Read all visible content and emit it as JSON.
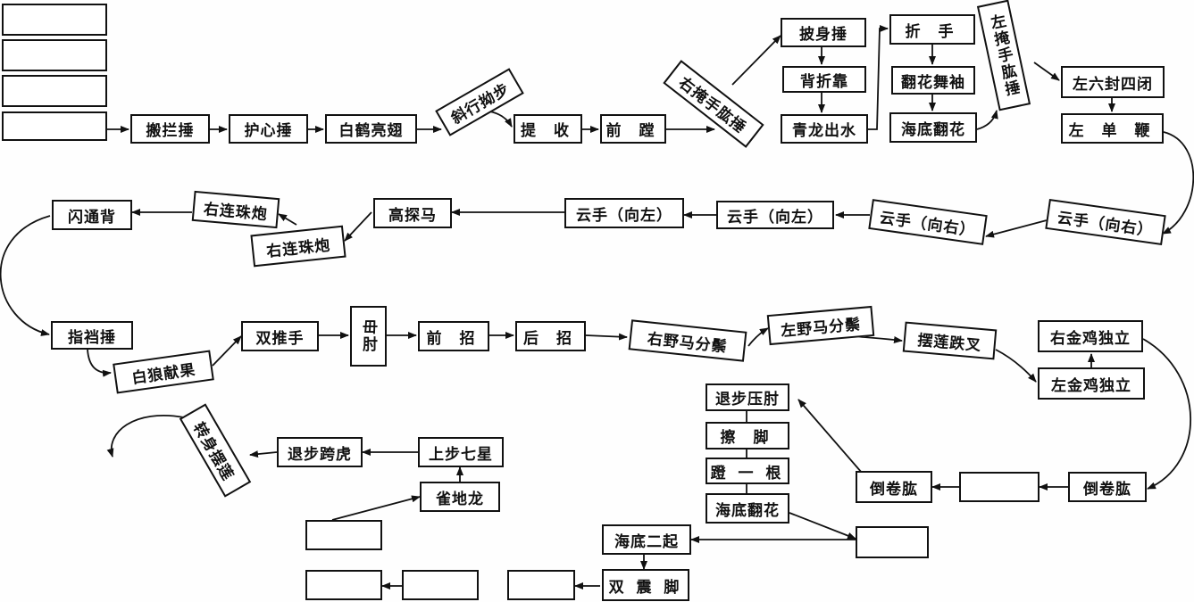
{
  "nodes": {
    "n_banlan": "搬拦捶",
    "n_huxin": "护心捶",
    "n_baihe": "白鹤亮翅",
    "n_xiexing": "斜行拗步",
    "n_tishou": "提 收",
    "n_qiandeng": "前 蹚",
    "n_youyan": "右掩手肱捶",
    "n_pishen": "披身捶",
    "n_beizhe": "背折靠",
    "n_qinglong": "青龙出水",
    "n_zheshou": "折 手",
    "n_fanhua1": "翻花舞袖",
    "n_haidi1": "海底翻花",
    "n_zuoyan": "左掩手肱捶",
    "n_zuoliu": "左六封四闭",
    "n_zuodan": "左 单 鞭",
    "n_yun1": "云手（向右）",
    "n_yun2": "云手（向右）",
    "n_yun3": "云手（向左）",
    "n_yun4": "云手（向左）",
    "n_gaotan": "高探马",
    "n_lianzhu1": "右连珠炮",
    "n_lianzhu2": "右连珠炮",
    "n_shantong": "闪通背",
    "n_zhidang": "指裆捶",
    "n_bailang": "白狼献果",
    "n_shuangtui": "双推手",
    "n_muzhou": "毌肘",
    "n_qianzhao": "前 招",
    "n_houzhao": "后 招",
    "n_youye": "右野马分鬃",
    "n_zuoye": "左野马分鬃",
    "n_bailian": "摆莲跌叉",
    "n_youjin": "右金鸡独立",
    "n_zuojin": "左金鸡独立",
    "n_daojuan1": "倒卷肱",
    "n_blank_a": "",
    "n_daojuan2": "倒卷肱",
    "n_tuibu": "退步压肘",
    "n_cajiao": "擦 脚",
    "n_dengyigen": "蹬 一 根",
    "n_haidi2": "海底翻花",
    "n_blank_b": "",
    "n_haidi_erqi": "海底二起",
    "n_shuangzhen": "双 震 脚",
    "n_blank_c": "",
    "n_blank_d": "",
    "n_blank_e": "",
    "n_blank_f": "",
    "n_quedilong": "雀地龙",
    "n_shangbu": "上步七星",
    "n_tuibu_kua": "退步跨虎",
    "n_zhuanshen": "转身摆莲",
    "n_blank_g": "",
    "n_blank_h": "",
    "n_blank_i": "",
    "n_blank_j": ""
  }
}
